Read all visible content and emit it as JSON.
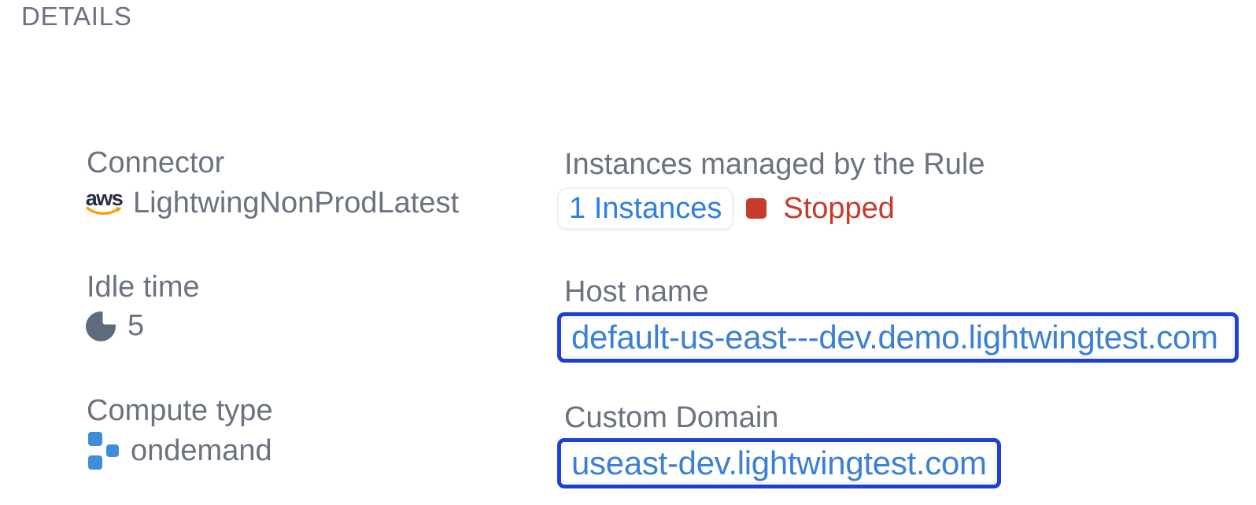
{
  "title": "DETAILS",
  "fields": {
    "connector": {
      "label": "Connector",
      "value": "LightwingNonProdLatest",
      "icon": "aws-logo-icon",
      "aws_logo_text": "aws"
    },
    "instances": {
      "label": "Instances managed by the Rule",
      "count_link": "1 Instances",
      "status": "Stopped",
      "status_icon": "stopped-square-icon"
    },
    "idle_time": {
      "label": "Idle time",
      "value": "5",
      "icon": "pie-chart-icon"
    },
    "host_name": {
      "label": "Host name",
      "value": "default-us-east---dev.demo.lightwingtest.com"
    },
    "compute_type": {
      "label": "Compute type",
      "value": "ondemand",
      "icon": "blocks-icon"
    },
    "custom_domain": {
      "label": "Custom Domain",
      "value": "useast-dev.lightwingtest.com"
    }
  },
  "colors": {
    "label_gray": "#6b7280",
    "value_gray": "#6b7280",
    "heading_gray": "#6a7183",
    "link_blue": "#2e7fe3",
    "domain_text_blue": "#3b80d3",
    "focus_border_blue": "#1e41d4",
    "status_red": "#c63c2c",
    "aws_navy": "#252f3e",
    "aws_orange": "#ff9900",
    "pie_icon_slate": "#5d6b7d",
    "blocks_icon_blue": "#3f8cd9",
    "badge_border": "#eef0f3",
    "background": "#ffffff"
  }
}
